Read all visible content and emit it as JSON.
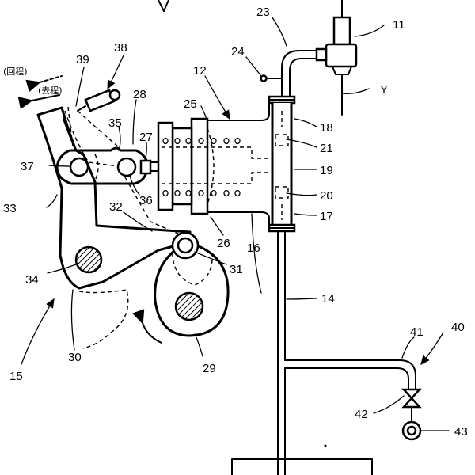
{
  "labels": {
    "l11": "11",
    "l12": "12",
    "l14": "14",
    "l15": "15",
    "l16": "16",
    "l17": "17",
    "l18": "18",
    "l19": "19",
    "l20": "20",
    "l21": "21",
    "l23": "23",
    "l24": "24",
    "l25": "25",
    "l26": "26",
    "l27": "27",
    "l28": "28",
    "l29": "29",
    "l30": "30",
    "l31": "31",
    "l32": "32",
    "l33": "33",
    "l34": "34",
    "l35": "35",
    "l36": "36",
    "l37": "37",
    "l38": "38",
    "l39": "39",
    "l40": "40",
    "l41": "41",
    "l42": "42",
    "l43": "43",
    "lY": "Y"
  },
  "arrows": {
    "return": "(回程)",
    "forward": "(去程)"
  }
}
